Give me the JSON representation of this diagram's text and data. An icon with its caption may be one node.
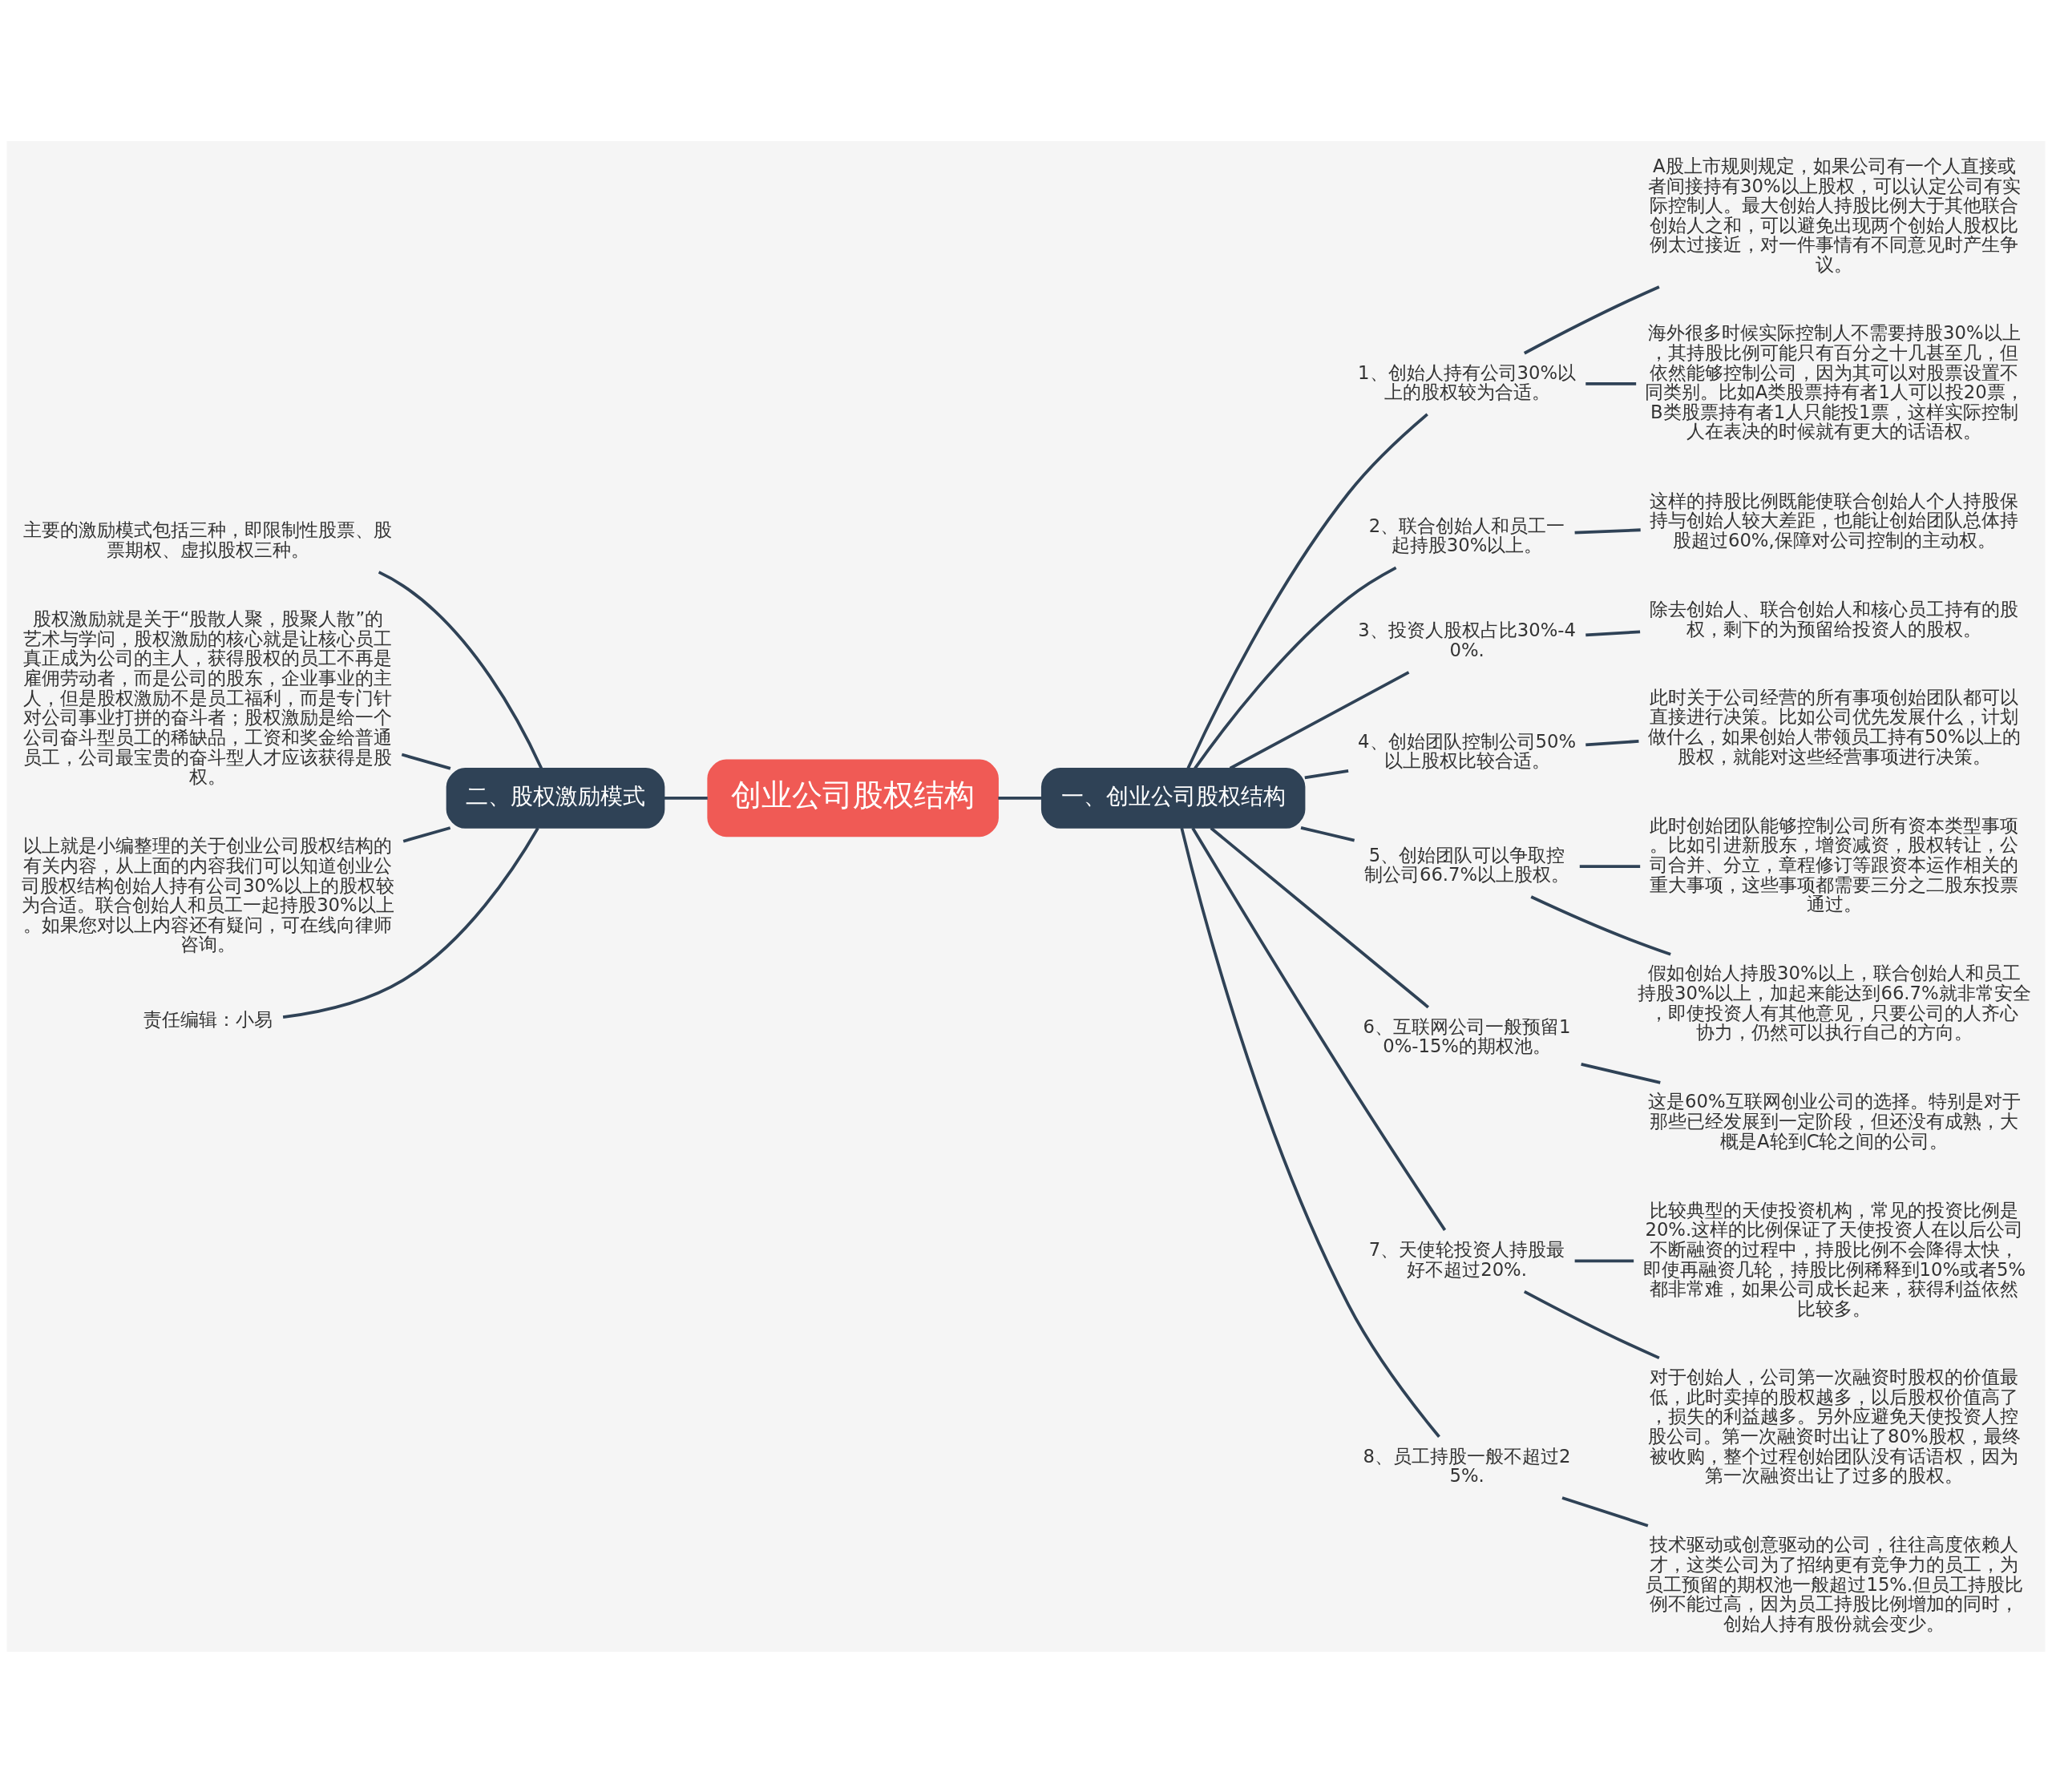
{
  "diagram": {
    "nodes": [
      {
        "text": [
          "创业公司股权结构"
        ]
      },
      {
        "text": [
          "一、创业公司股权结构"
        ]
      },
      {
        "text": [
          "1、创始人持有公司30%以上的股权较为合适。"
        ]
      },
      {
        "text": [
          "A股上市规则规定，如果公司有一个人直接或者间接持有30%以上股权，可以认定公司有实际控制人。最大创始人持股比例大于其他联合创始人之和，可以避免出现两个创始人股权比例太过接近，对一件事情有不同意见时产生争议。"
        ]
      },
      {
        "text": [
          "海外很多时候实际控制人不需要持股30%以上，其持股比例可能只有百分之十几甚至几，但依然能够控制公司，因为其可以对股票设置不同类别。比如A类股票持有者1人可以投20票，B类股票持有者1人只能投1票，这样实际控制人在表决的时候就有更大的话语权。"
        ]
      },
      {
        "text": [
          "2、联合创始人和员工一起持股30%以上。"
        ]
      },
      {
        "text": [
          "这样的持股比例既能使联合创始人个人持股保持与创始人较大差距，也能让创始团队总体持股超过60%,保障对公司控制的主动权。"
        ]
      },
      {
        "text": [
          "3、投资人股权占比30%-40%."
        ]
      },
      {
        "text": [
          "除去创始人、联合创始人和核心员工持有的股权，剩下的为预留给投资人的股权。"
        ]
      },
      {
        "text": [
          "4、创始团队控制公司50%以上股权比较合适。"
        ]
      },
      {
        "text": [
          "此时关于公司经营的所有事项创始团队都可以直接进行决策。比如公司优先发展什么，计划做什么，如果创始人带领员工持有50%以上的股权，就能对这些经营事项进行决策。"
        ]
      },
      {
        "text": [
          "5、创始团队可以争取控制公司66.7%以上股权。"
        ]
      },
      {
        "text": [
          "此时创始团队能够控制公司所有资本类型事项。比如引进新股东，增资减资，股权转让，公司合并、分立，章程修订等跟资本运作相关的重大事项，这些事项都需要三分之二股东投票通过。"
        ]
      },
      {
        "text": [
          "假如创始人持股30%以上，联合创始人和员工持股30%以上，加起来能达到66.7%就非常安全，即使投资人有其他意见，只要公司的人齐心协力，仍然可以执行自己的方向。"
        ]
      },
      {
        "text": [
          "6、互联网公司一般预留10%-15%的期权池。"
        ]
      },
      {
        "text": [
          "这是60%互联网创业公司的选择。特别是对于那些已经发展到一定阶段，但还没有成熟，大概是A轮到C轮之间的公司。"
        ]
      },
      {
        "text": [
          "7、天使轮投资人持股最好不超过20%."
        ]
      },
      {
        "text": [
          "比较典型的天使投资机构，常见的投资比例是20%.这样的比例保证了天使投资人在以后公司不断融资的过程中，持股比例不会降得太快，即使再融资几轮，持股比例稀释到10%或者5%都非常难，如果公司成长起来，获得利益依然比较多。"
        ]
      },
      {
        "text": [
          "对于创始人，公司第一次融资时股权的价值最低，此时卖掉的股权越多，以后股权价值高了，损失的利益越多。另外应避免天使投资人控股公司。第一次融资时出让了80%股权，最终被收购，整个过程创始团队没有话语权，因为第一次融资出让了过多的股权。"
        ]
      },
      {
        "text": [
          "8、员工持股一般不超过25%."
        ]
      },
      {
        "text": [
          "技术驱动或创意驱动的公司，往往高度依赖人才，这类公司为了招纳更有竞争力的员工，为员工预留的期权池一般超过15%.但员工持股比例不能过高，因为员工持股比例增加的同时，创始人持有股份就会变少。"
        ]
      },
      {
        "text": [
          "二、股权激励模式"
        ]
      },
      {
        "text": [
          "主要的激励模式包括三种，即限制性股票、股票期权、虚拟股权三种。"
        ]
      },
      {
        "text": [
          "股权激励就是关于“股散人聚，股聚人散”的艺术与学问，股权激励的核心就是让核心员工真正成为公司的主人，获得股权的员工不再是雇佣劳动者，而是公司的股东，企业事业的主人，但是股权激励不是员工福利，而是专门针对公司事业打拼的奋斗者；股权激励是给一个公司奋斗型员工的稀缺品，工资和奖金给普通员工，公司最宝贵的奋斗型人才应该获得是股权。"
        ]
      },
      {
        "text": [
          "以上就是小编整理的关于创业公司股权结构的有关内容，从上面的内容我们可以知道创业公司股权结构创始人持有公司30%以上的股权较为合适。联合创始人和员工一起持股30%以上。如果您对以上内容还有疑问，可在线向律师咨询。"
        ]
      },
      {
        "text": [
          "责任编辑：小易"
        ]
      }
    ],
    "edges": [
      {
        "from": 0,
        "to": 1,
        "arrow": "none"
      },
      {
        "from": 1,
        "to": 2,
        "arrow": "none"
      },
      {
        "from": 2,
        "to": 3,
        "arrow": "none"
      },
      {
        "from": 2,
        "to": 4,
        "arrow": "none"
      },
      {
        "from": 1,
        "to": 5,
        "arrow": "none"
      },
      {
        "from": 5,
        "to": 6,
        "arrow": "none"
      },
      {
        "from": 1,
        "to": 7,
        "arrow": "none"
      },
      {
        "from": 7,
        "to": 8,
        "arrow": "none"
      },
      {
        "from": 1,
        "to": 9,
        "arrow": "none"
      },
      {
        "from": 9,
        "to": 10,
        "arrow": "none"
      },
      {
        "from": 1,
        "to": 11,
        "arrow": "none"
      },
      {
        "from": 11,
        "to": 12,
        "arrow": "none"
      },
      {
        "from": 11,
        "to": 13,
        "arrow": "none"
      },
      {
        "from": 1,
        "to": 14,
        "arrow": "none"
      },
      {
        "from": 14,
        "to": 15,
        "arrow": "none"
      },
      {
        "from": 1,
        "to": 16,
        "arrow": "none"
      },
      {
        "from": 16,
        "to": 17,
        "arrow": "none"
      },
      {
        "from": 16,
        "to": 18,
        "arrow": "none"
      },
      {
        "from": 1,
        "to": 19,
        "arrow": "none"
      },
      {
        "from": 19,
        "to": 20,
        "arrow": "none"
      },
      {
        "from": 0,
        "to": 21,
        "arrow": "none"
      },
      {
        "from": 21,
        "to": 22,
        "arrow": "none"
      },
      {
        "from": 21,
        "to": 23,
        "arrow": "none"
      },
      {
        "from": 21,
        "to": 24,
        "arrow": "none"
      },
      {
        "from": 21,
        "to": 25,
        "arrow": "none"
      }
    ]
  }
}
